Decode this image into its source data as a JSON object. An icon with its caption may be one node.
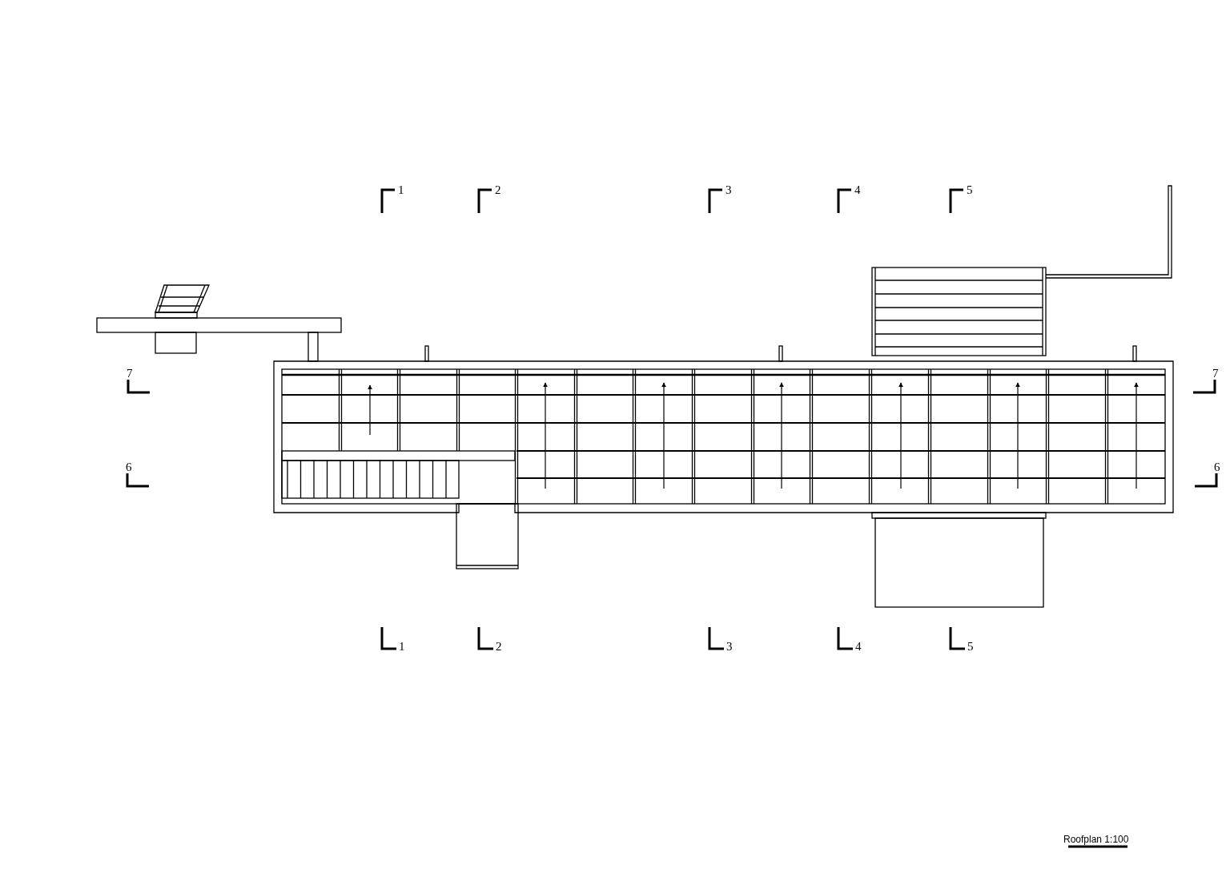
{
  "diagram": {
    "caption": "Roofplan 1:100",
    "labels": [
      "1",
      "2",
      "3",
      "4",
      "5",
      "7",
      "7",
      "6",
      "6",
      "1",
      "2",
      "3",
      "4",
      "5"
    ]
  }
}
